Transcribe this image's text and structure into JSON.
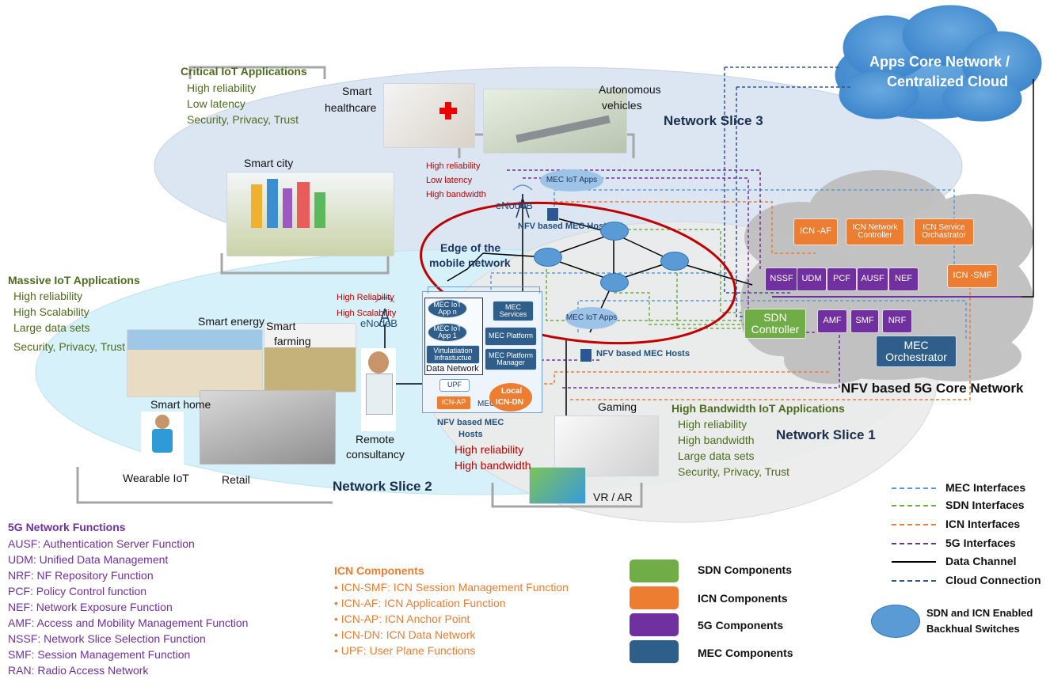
{
  "cloud": {
    "line1": "Apps  Core Network /",
    "line2": "Centralized Cloud"
  },
  "critical": {
    "title": "Critical IoT Applications",
    "items": [
      "High reliability",
      "Low latency",
      "Security, Privacy, Trust"
    ]
  },
  "massive": {
    "title": "Massive IoT Applications",
    "items": [
      "High reliability",
      "High Scalability",
      "Large data sets",
      "Security, Privacy, Trust"
    ]
  },
  "highbw": {
    "title": "High Bandwidth IoT Applications",
    "items": [
      "High reliability",
      "High bandwidth",
      "Large data sets",
      "Security, Privacy, Trust"
    ]
  },
  "slices": {
    "s1": "Network Slice 1",
    "s2": "Network Slice 2",
    "s3": "Network Slice 3"
  },
  "core_label": "NFV based 5G Core Network",
  "apps": {
    "smart_healthcare_1": "Smart",
    "smart_healthcare_2": "healthcare",
    "autonomous_1": "Autonomous",
    "autonomous_2": "vehicles",
    "smart_city": "Smart city",
    "smart_energy": "Smart energy",
    "smart_farming_1": "Smart",
    "smart_farming_2": "farming",
    "smart_home": "Smart home",
    "wearable": "Wearable IoT",
    "retail": "Retail",
    "remote_1": "Remote",
    "remote_2": "consultancy",
    "gaming": "Gaming",
    "vrar": "VR / AR"
  },
  "red_labels": {
    "s3": [
      "High reliability",
      "Low latency",
      "High bandwidth"
    ],
    "s2": [
      "High Reliability",
      "High Scalability"
    ],
    "s1": [
      "High reliability",
      "High bandwidth"
    ]
  },
  "enodeb": "eNodeB",
  "mec": {
    "iot_apps": "MEC IoT Apps",
    "hosts": "NFV based MEC Hosts",
    "hosts_left_1": "NFV based MEC",
    "hosts_left_2": "Hosts",
    "edge_1": "Edge of the",
    "edge_2": "mobile network",
    "app_n": "MEC IoT App n",
    "app_1": "MEC IoT App 1",
    "services": "MEC Services",
    "platform": "MEC Platform",
    "platform_mgr": "MEC Platform Manager",
    "virt": "Virtulatiation Infrastuctue",
    "data_network": "Data Network",
    "upf": "UPF",
    "icn_ap": "ICN-AP",
    "local_dn_1": "Local",
    "local_dn_2": "ICN-DN",
    "mec_host": "MEC Host"
  },
  "core": {
    "icn_af": "ICN -AF",
    "icn_nc": "ICN Network Controller",
    "icn_so": "ICN Service Orchastrator",
    "icn_smf": "ICN -SMF",
    "nfs_top": [
      "NSSF",
      "UDM",
      "PCF",
      "AUSF",
      "NEF"
    ],
    "nfs_bottom": [
      "AMF",
      "SMF",
      "NRF"
    ],
    "sdn": "SDN Controller",
    "mec_orch": "MEC Orchestrator"
  },
  "nf_list": {
    "title": "5G Network Functions",
    "items": [
      "AUSF: Authentication Server Function",
      "UDM: Unified Data Management",
      "NRF: NF Repository Function",
      "PCF: Policy Control function",
      "NEF: Network Exposure Function",
      "AMF: Access and Mobility Management Function",
      "NSSF: Network Slice Selection Function",
      "SMF: Session Management Function",
      "RAN: Radio Access Network"
    ]
  },
  "icn_list": {
    "title": "ICN Components",
    "items": [
      "• ICN-SMF: ICN Session Management Function",
      "• ICN-AF: ICN Application Function",
      "• ICN-AP: ICN Anchor Point",
      "• ICN-DN: ICN Data Network",
      "• UPF: User Plane Functions"
    ]
  },
  "components_legend": [
    {
      "label": "SDN Components",
      "color": "#70ad47"
    },
    {
      "label": "ICN Components",
      "color": "#ed7d31"
    },
    {
      "label": "5G Components",
      "color": "#7030a0"
    },
    {
      "label": "MEC Components",
      "color": "#2f5e8a"
    }
  ],
  "lines_legend": [
    {
      "label": "MEC Interfaces",
      "color": "#5b9bd5",
      "style": "dashed"
    },
    {
      "label": "SDN Interfaces",
      "color": "#70ad47",
      "style": "dashed"
    },
    {
      "label": "ICN Interfaces",
      "color": "#ed7d31",
      "style": "dashed"
    },
    {
      "label": "5G Interfaces",
      "color": "#7030a0",
      "style": "dashed"
    },
    {
      "label": "Data Channel",
      "color": "#000000",
      "style": "solid"
    },
    {
      "label": "Cloud Connection",
      "color": "#2f5597",
      "style": "dashed"
    }
  ],
  "switch_legend": {
    "line1": "SDN and ICN Enabled",
    "line2": "Backhual Switches"
  }
}
